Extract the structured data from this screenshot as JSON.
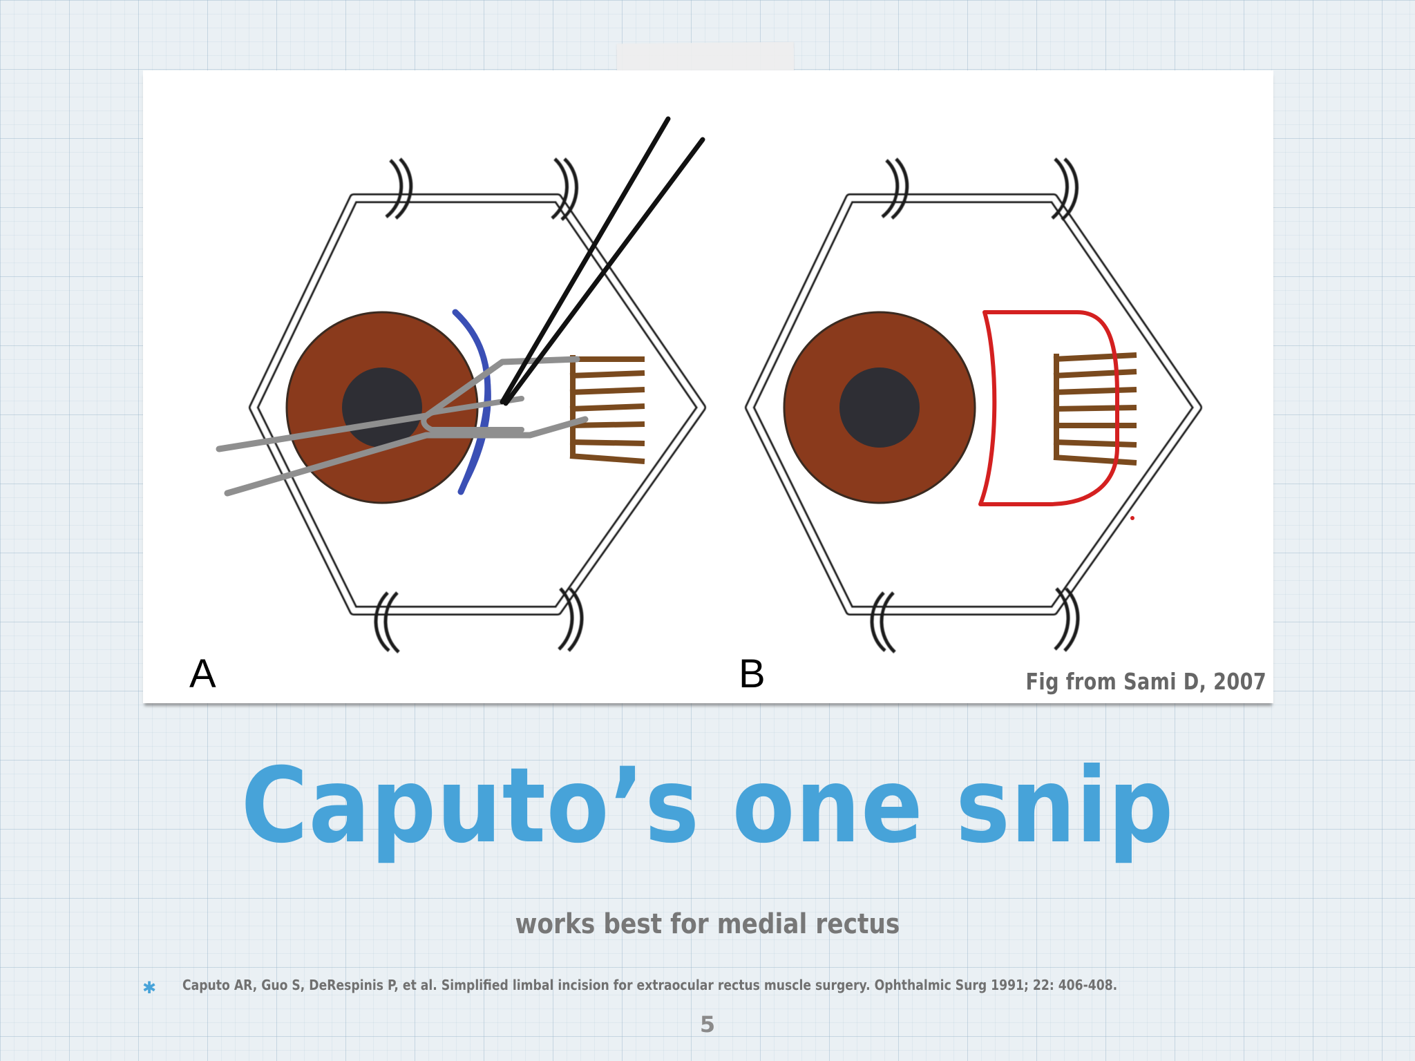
{
  "figure": {
    "panel_a_label": "A",
    "panel_b_label": "B",
    "credit": "Fig from Sami D, 2007"
  },
  "slide": {
    "title": "Caputo’s one snip",
    "subtitle": "works best for medial rectus",
    "bullet_icon": "asterisk-icon",
    "reference": "Caputo AR, Guo S, DeRespinis P, et al.  Simplified limbal incision for extraocular rectus muscle surgery. Ophthalmic Surg 1991; 22: 406-408.",
    "page_number": "5"
  },
  "colors": {
    "title": "#47a3d9",
    "iris": "#8a3a1c",
    "pupil": "#2e2e34",
    "muscle": "#7a4a1e",
    "conjunctiva_blue": "#3a4fb5",
    "incision_red": "#d42020",
    "instrument_gray": "#8f8f8f"
  }
}
